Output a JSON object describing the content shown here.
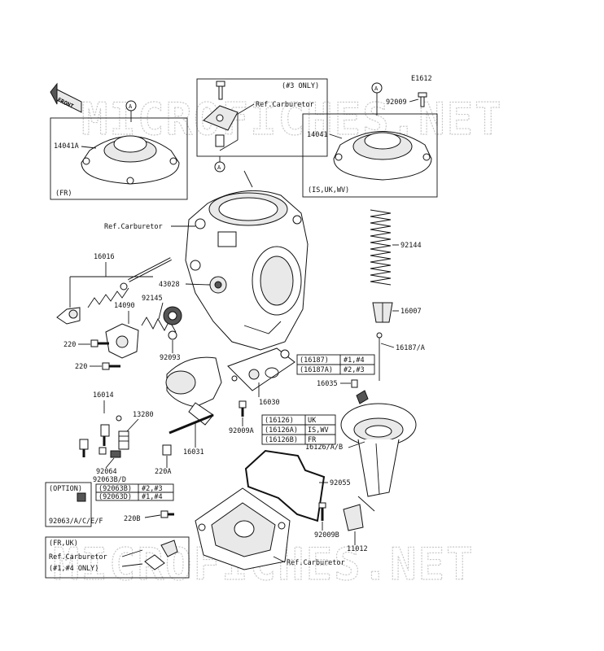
{
  "diagram_code": "E1612",
  "front_label": "FRONT",
  "watermark": "MICROFICHES.NET",
  "ref_carburetor": "Ref.Carburetor",
  "callout_a": "A",
  "boxes": {
    "top_left_note": "(FR)",
    "top_center_note": "(#3 ONLY)",
    "top_right_note": "(IS,UK,WV)",
    "option_note": "(OPTION)",
    "fr_uk_note": "(FR,UK)",
    "fr_uk_sub": "(#1,#4 ONLY)"
  },
  "parts": {
    "p14041A": "14041A",
    "p14041": "14041",
    "p92009": "92009",
    "p92144": "92144",
    "p16007": "16007",
    "p16187A": "16187/A",
    "p16016": "16016",
    "p43028": "43028",
    "p92145": "92145",
    "p14090": "14090",
    "p220a": "220",
    "p220b": "220",
    "p92093": "92093",
    "p16030": "16030",
    "p16035": "16035",
    "p92009A": "92009A",
    "p16014": "16014",
    "p13280": "13280",
    "p16031": "16031",
    "p92064": "92064",
    "p220A": "220A",
    "p92063BD": "92063B/D",
    "p16126AB": "16126/A/B",
    "p92055": "92055",
    "p9206x": "92063/A/C/E/F",
    "p220B": "220B",
    "p92009B": "92009B",
    "p11012": "11012"
  },
  "tables": {
    "t16187": [
      [
        "(16187)",
        "#1,#4"
      ],
      [
        "(16187A)",
        "#2,#3"
      ]
    ],
    "t16126": [
      [
        "(16126)",
        "UK"
      ],
      [
        "(16126A)",
        "IS,WV"
      ],
      [
        "(16126B)",
        "FR"
      ]
    ],
    "t92063": [
      [
        "(92063B)",
        "#2,#3"
      ],
      [
        "(92063D)",
        "#1,#4"
      ]
    ]
  }
}
